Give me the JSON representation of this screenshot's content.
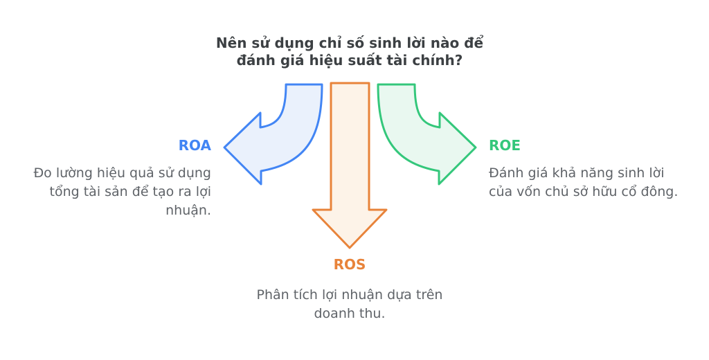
{
  "title": {
    "line1": "Nên sử dụng chỉ số sinh lời nào để",
    "line2": "đánh giá hiệu suất tài chính?"
  },
  "branches": {
    "roa": {
      "label": "ROA",
      "description_lines": [
        "Đo lường hiệu quả sử dụng",
        "tổng tài sản để tạo ra lợi",
        "nhuận."
      ],
      "arrow_icon": "curved-arrow-left-icon"
    },
    "ros": {
      "label": "ROS",
      "description_lines": [
        "Phân tích lợi nhuận dựa trên",
        "doanh thu."
      ],
      "arrow_icon": "straight-arrow-down-icon"
    },
    "roe": {
      "label": "ROE",
      "description_lines": [
        "Đánh giá khả năng sinh lời",
        "của vốn chủ sở hữu cổ đông."
      ],
      "arrow_icon": "curved-arrow-right-icon"
    }
  },
  "colors": {
    "roa-accent": "#4285F4",
    "roa-fill": "#EAF1FC",
    "ros-accent": "#E8833A",
    "ros-fill": "#FDF3E8",
    "roe-accent": "#34C77B",
    "roe-fill": "#E9F8F0",
    "title-text": "#3C4043",
    "body-text": "#5F6368",
    "background": "#FFFFFF"
  }
}
